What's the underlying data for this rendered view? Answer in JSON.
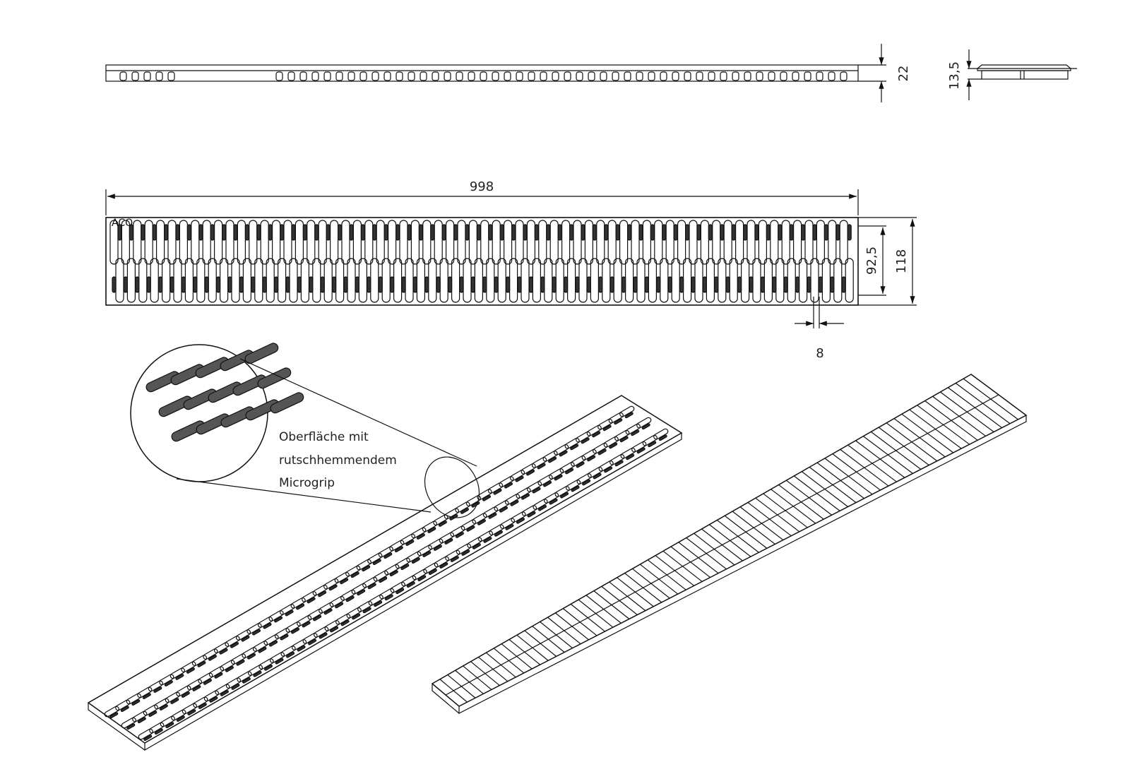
{
  "dimensions": {
    "height_side": "22",
    "height_end": "13,5",
    "length": "998",
    "inner_width": "92,5",
    "outer_width": "118",
    "end_gap": "8"
  },
  "logo_text": "ACO",
  "callout": {
    "line1": "Oberfläche mit",
    "line2": "rutschhemmendem",
    "line3": "Microgrip"
  }
}
